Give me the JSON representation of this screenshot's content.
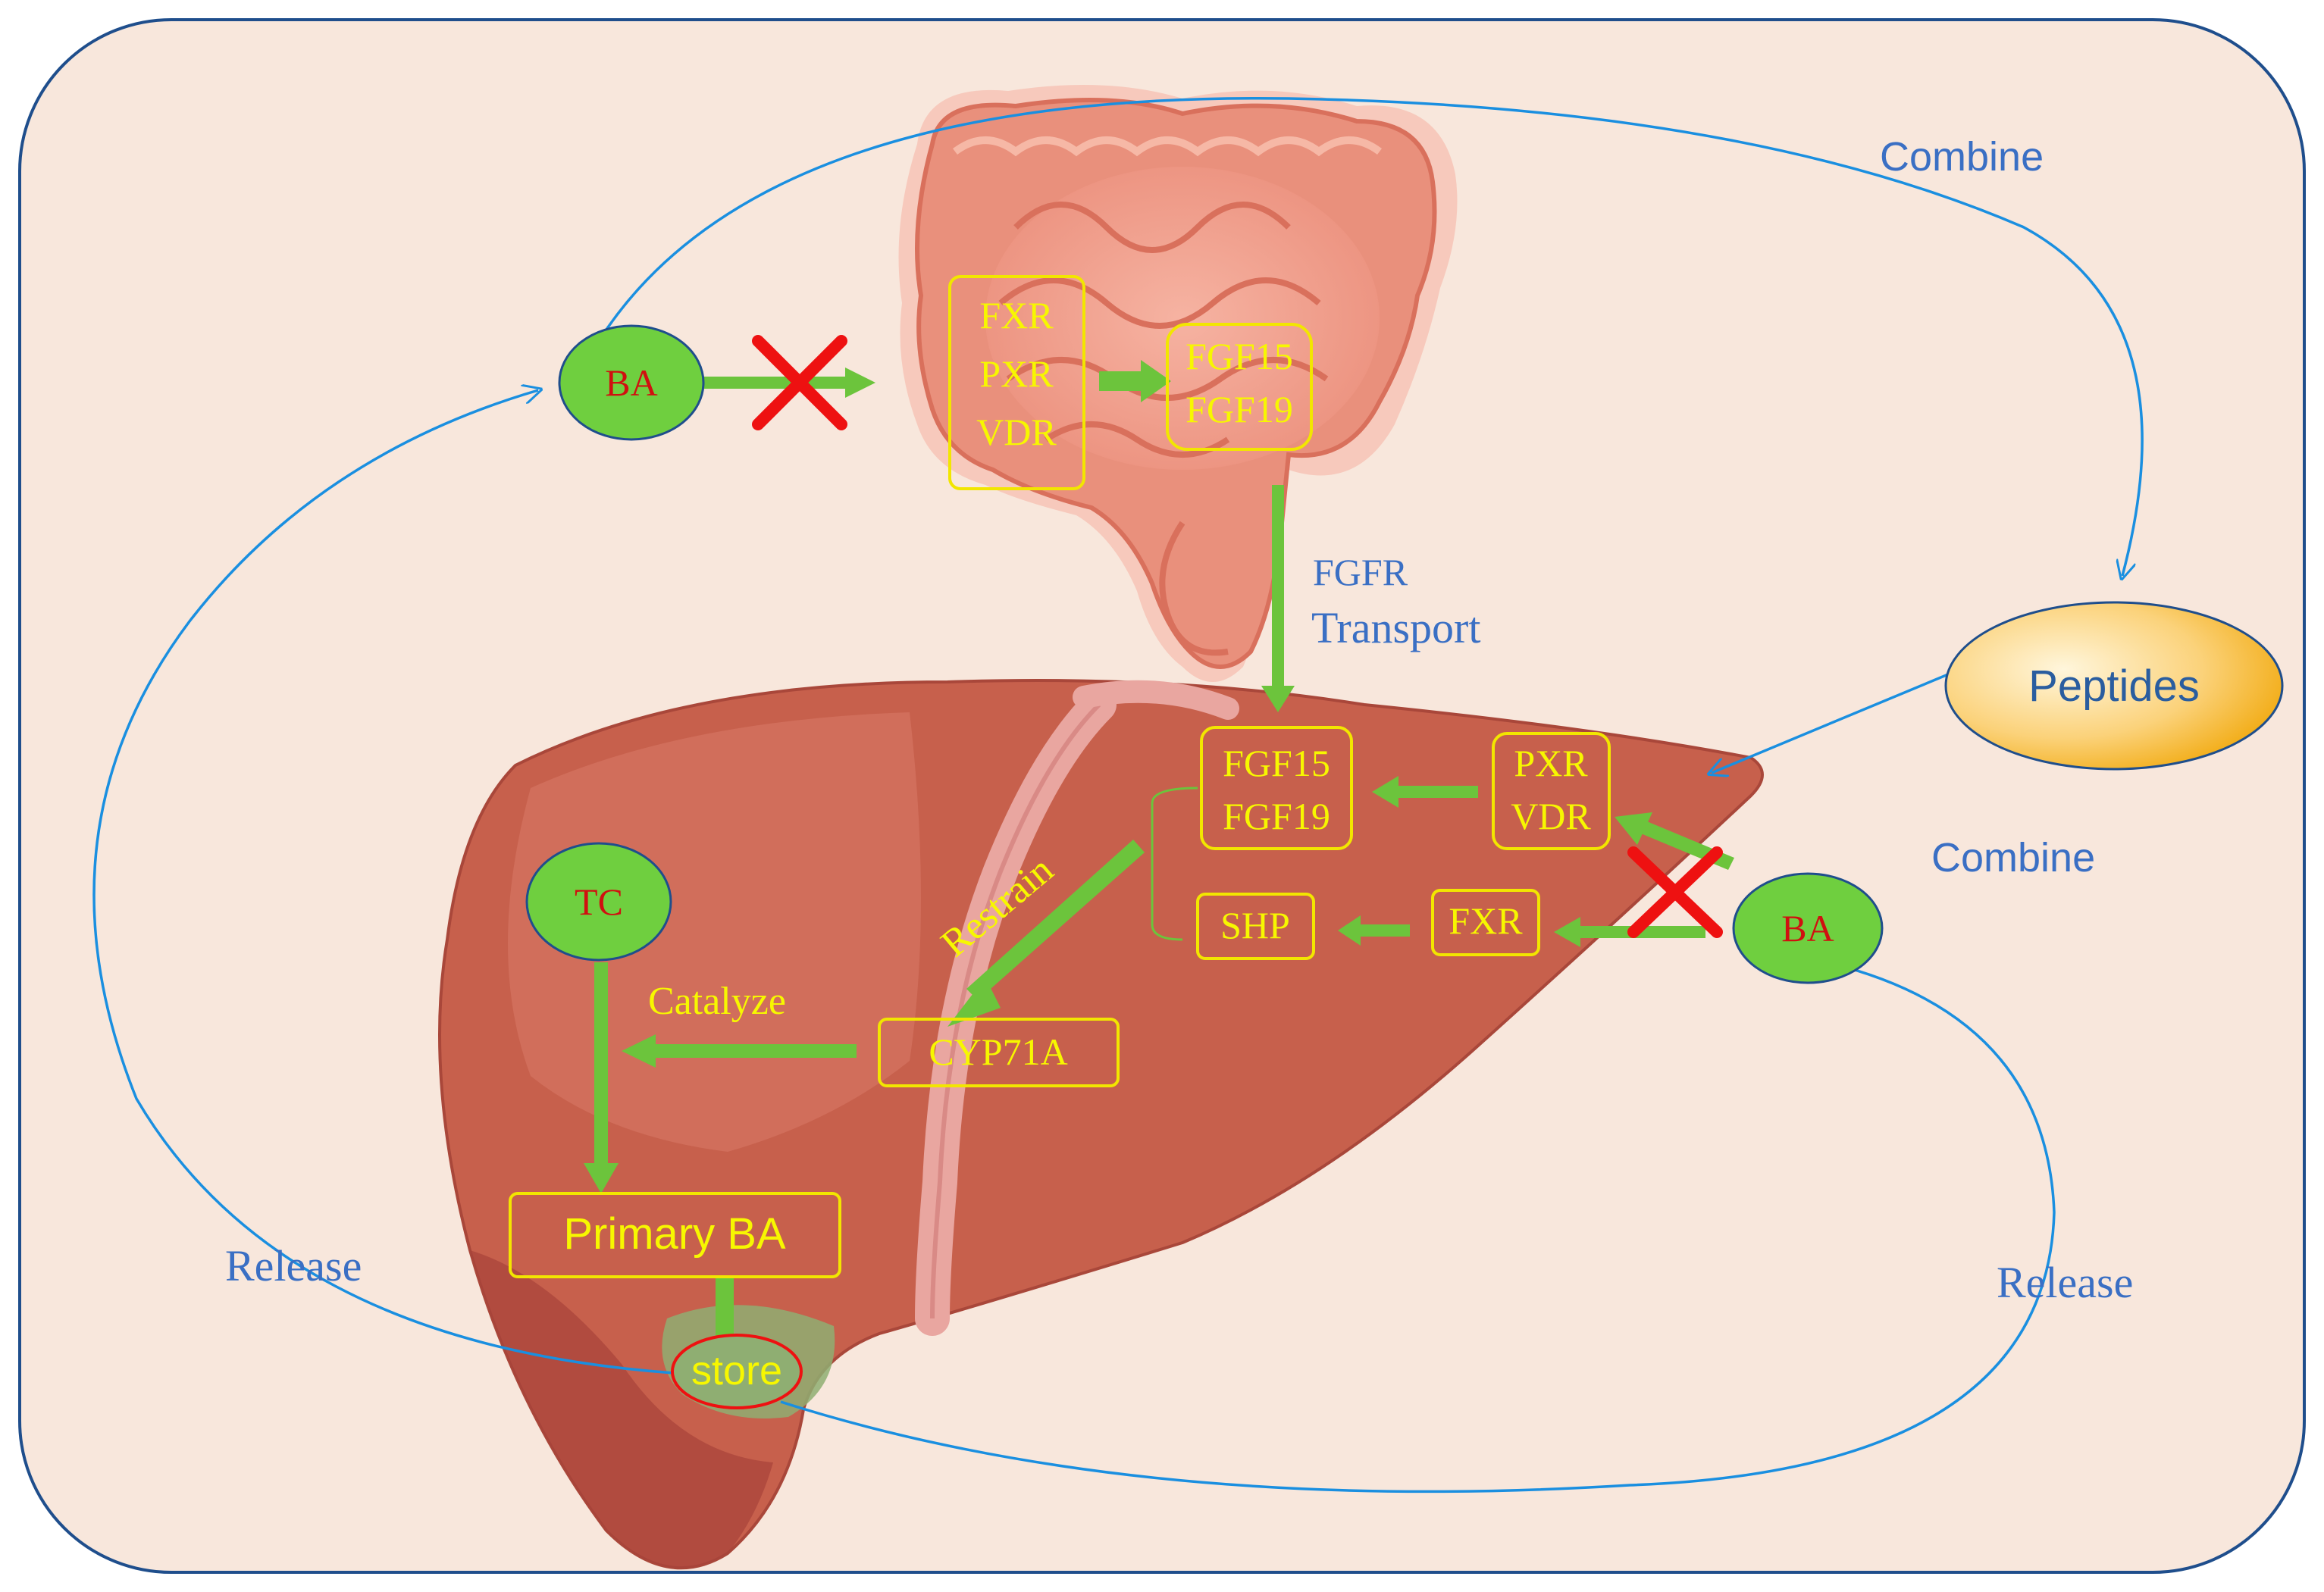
{
  "colors": {
    "panel_bg": "#f8e7dc",
    "panel_border": "#1f4e8c",
    "flow_arrow": "#6cc43c",
    "label_yellow": "#f7f700",
    "box_border": "#f2e600",
    "node_fill": "#6fcf3f",
    "node_text": "#d01010",
    "cycle_line": "#1a8fe0",
    "cycle_text": "#3a6fc4",
    "cross": "#ee1111",
    "peptides_fill": "#f8b820",
    "liver": "#c7604c",
    "intestine": "#f2a090"
  },
  "icons": {
    "organ_intestine": "intestine-illustration",
    "organ_liver": "liver-illustration",
    "block_marker": "red-x-icon"
  },
  "nodes": {
    "ba_top": "BA",
    "ba_right": "BA",
    "tc": "TC",
    "peptides": "Peptides",
    "store": "store"
  },
  "intestine": {
    "receptors": [
      "FXR",
      "PXR",
      "VDR"
    ],
    "factors": [
      "FGF15",
      "FGF19"
    ]
  },
  "liver": {
    "factors": [
      "FGF15",
      "FGF19"
    ],
    "receptors": [
      "PXR",
      "VDR"
    ],
    "shp": "SHP",
    "fxr": "FXR",
    "cyp": "CYP71A",
    "primary_ba": "Primary BA"
  },
  "labels": {
    "fgfr": "FGFR",
    "transport": "Transport",
    "restrain": "Restrain",
    "catalyze": "Catalyze",
    "combine_top": "Combine",
    "combine_right": "Combine",
    "release_left": "Release",
    "release_right": "Release"
  }
}
